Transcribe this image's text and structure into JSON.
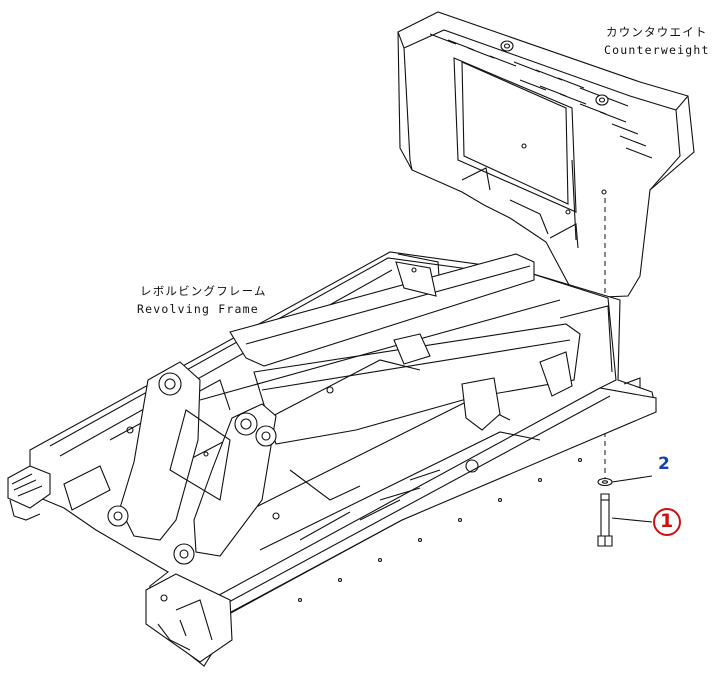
{
  "labels": {
    "counterweight_jp": "カウンタウエイト",
    "counterweight_en": "Counterweight",
    "frame_jp": "レボルビングフレーム",
    "frame_en": "Revolving Frame"
  },
  "callouts": [
    {
      "number": "1",
      "color": "#d01010",
      "circled": true
    },
    {
      "number": "2",
      "color": "#1a3fb0",
      "circled": false
    }
  ]
}
